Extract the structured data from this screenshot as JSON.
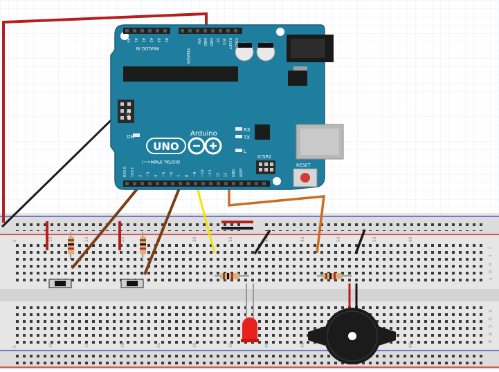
{
  "board": {
    "brand": "Arduino",
    "model": "UNO",
    "analog_in_label": "ANALOG IN",
    "analog_pins": [
      "A0",
      "A1",
      "A2",
      "A3",
      "A4",
      "A5"
    ],
    "power_pins": [
      "VIN",
      "GND",
      "GND",
      "5V",
      "3V3",
      "RESET",
      "IOREF"
    ],
    "power_label": "POWER",
    "digital_label": "DIGITAL (PWM=~)",
    "digital_pins": [
      "RX0 0",
      "TX0 1",
      "2",
      "~3",
      "4",
      "~5",
      "~6",
      "7",
      "8",
      "~9",
      "~10",
      "~11",
      "12",
      "13",
      "GND",
      "AREF"
    ],
    "led_labels": [
      "RX",
      "TX",
      "L"
    ],
    "on_label": "ON",
    "icsp_label": "ICSP",
    "icsp2_label": "ICSP2",
    "reset_label": "RESET"
  },
  "breadboard": {
    "column_numbers": [
      "5",
      "10",
      "15",
      "20",
      "25",
      "30",
      "35",
      "40",
      "45",
      "50",
      "55",
      "60"
    ],
    "row_letters_top": [
      "J",
      "I",
      "H",
      "G",
      "F"
    ],
    "row_letters_bottom": [
      "E",
      "D",
      "C",
      "B",
      "A"
    ]
  },
  "colors": {
    "board": "#1f7e9e",
    "breadboard": "#e6e6e6",
    "wire_red": "#b51f1f",
    "wire_black": "#1a1a1a",
    "wire_brown": "#7a3d16",
    "wire_yellow": "#f4e400",
    "wire_orange": "#c96d22",
    "led_red": "#e8211f",
    "buzzer": "#1b1b1b"
  }
}
